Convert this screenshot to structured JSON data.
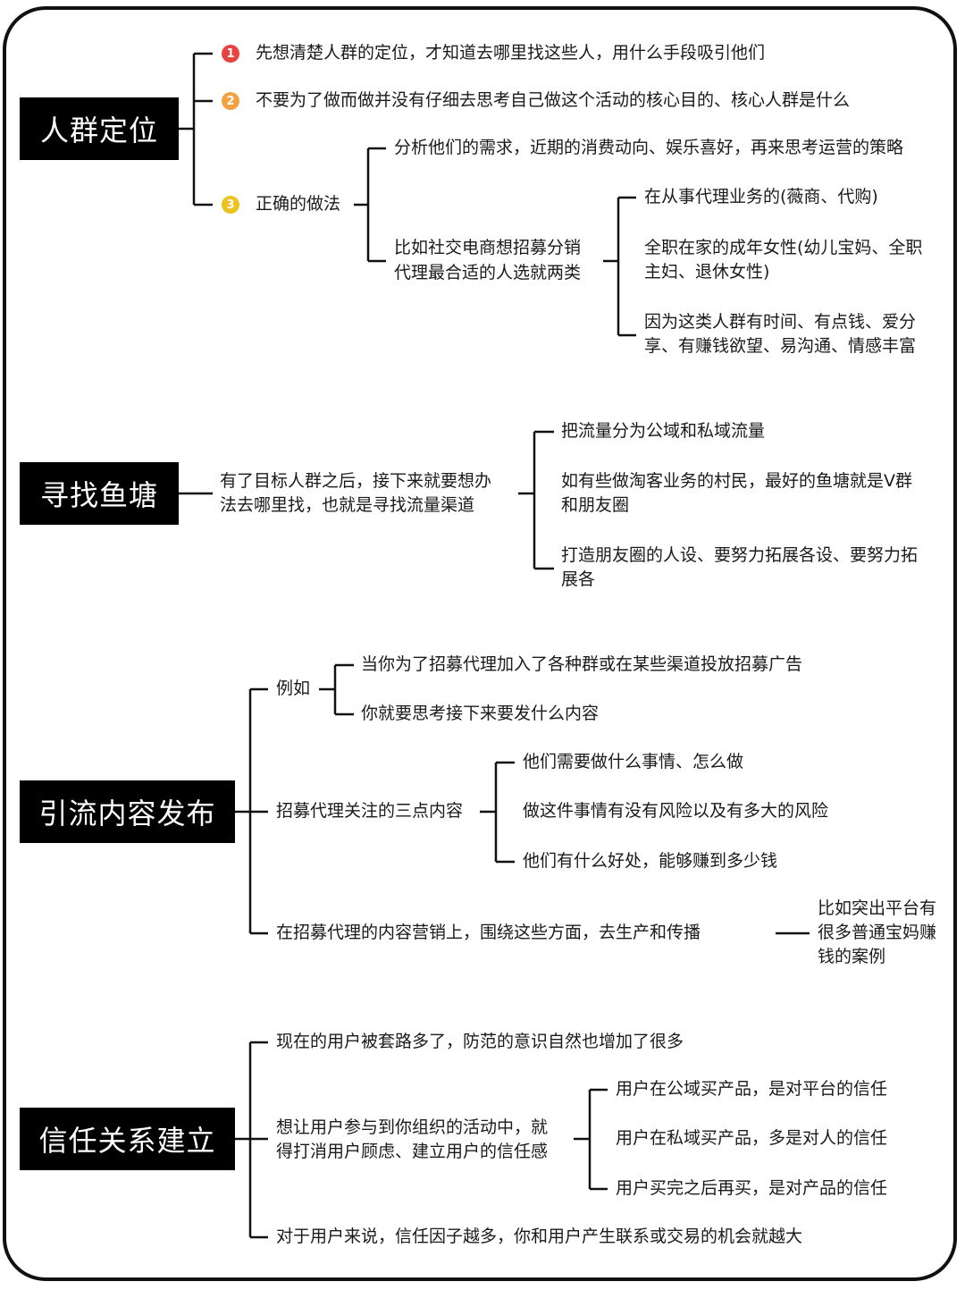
{
  "sections": [
    {
      "title": "人群定位",
      "badges": [
        {
          "label": "1",
          "color": "#e84343"
        },
        {
          "label": "2",
          "color": "#f1a140"
        },
        {
          "label": "3",
          "color": "#ecc21e"
        }
      ],
      "points": [
        "先想清楚人群的定位，才知道去哪里找这些人，用什么手段吸引他们",
        "不要为了做而做并没有仔细去思考自己做这个活动的核心目的、核心人群是什么",
        "正确的做法"
      ],
      "correct_method": {
        "analysis": "分析他们的需求，近期的消费动向、娱乐喜好，再来思考运营的策略",
        "example_lines": [
          "比如社交电商想招募分销",
          "代理最合适的人选就两类"
        ],
        "choices": [
          {
            "lines": [
              "在从事代理业务的(薇商、代购)"
            ]
          },
          {
            "lines": [
              "全职在家的成年女性(幼儿宝妈、全职",
              "主妇、退休女性)"
            ]
          },
          {
            "lines": [
              "因为这类人群有时间、有点钱、爱分",
              "享、有赚钱欲望、易沟通、情感丰富"
            ]
          }
        ]
      }
    },
    {
      "title": "寻找鱼塘",
      "intro_lines": [
        "有了目标人群之后，接下来就要想办",
        "法去哪里找，也就是寻找流量渠道"
      ],
      "points": [
        {
          "lines": [
            "把流量分为公域和私域流量"
          ]
        },
        {
          "lines": [
            "如有些做淘客业务的村民，最好的鱼塘就是V群",
            "和朋友圈"
          ]
        },
        {
          "lines": [
            "打造朋友圈的人设、要努力拓展各设、要努力拓",
            "展各"
          ]
        }
      ]
    },
    {
      "title": "引流内容发布",
      "example_label": "例如",
      "example_items": [
        "当你为了招募代理加入了各种群或在某些渠道投放招募广告",
        "你就要思考接下来要发什么内容"
      ],
      "focus_label": "招募代理关注的三点内容",
      "focus_items": [
        "他们需要做什么事情、怎么做",
        "做这件事情有没有风险以及有多大的风险",
        "他们有什么好处，能够赚到多少钱"
      ],
      "marketing_label": "在招募代理的内容营销上，围绕这些方面，去生产和传播",
      "marketing_example_lines": [
        "比如突出平台有",
        "很多普通宝妈赚",
        "钱的案例"
      ]
    },
    {
      "title": "信任关系建立",
      "point1": "现在的用户被套路多了，防范的意识自然也增加了很多",
      "point2_lines": [
        "想让用户参与到你组织的活动中，就",
        "得打消用户顾虑、建立用户的信任感"
      ],
      "trust_items": [
        "用户在公域买产品，是对平台的信任",
        "用户在私域买产品，多是对人的信任",
        "用户买完之后再买，是对产品的信任"
      ],
      "point3": "对于用户来说，信任因子越多，你和用户产生联系或交易的机会就越大"
    }
  ]
}
